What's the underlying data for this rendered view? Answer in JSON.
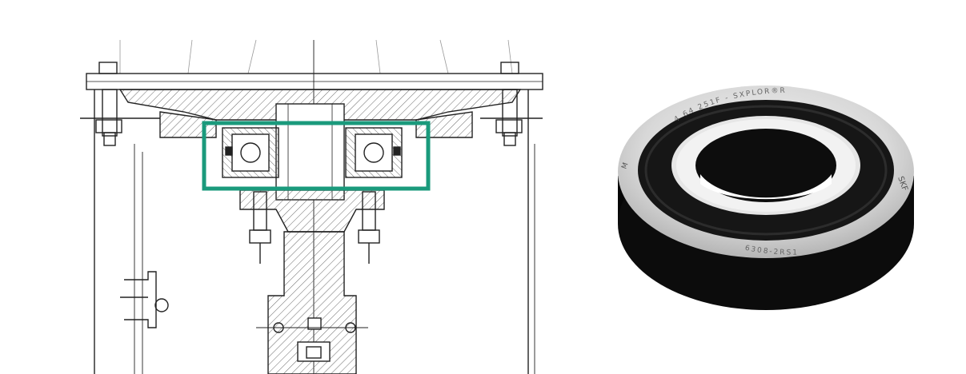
{
  "drawing": {
    "highlight_color": "#1a9a7c",
    "line_color": "#222222",
    "hatch_color": "#555555"
  },
  "bearing_photo": {
    "outer_text": "4 64 251F - SXPLOR®R",
    "brand_text": "SKF",
    "side_text": "M",
    "inner_text": "6308-2RS1",
    "colors": {
      "seal": "#161616",
      "ring": "#cfcfcf",
      "ring_highlight": "#f4f4f4",
      "bore": "#0d0d0d"
    }
  }
}
